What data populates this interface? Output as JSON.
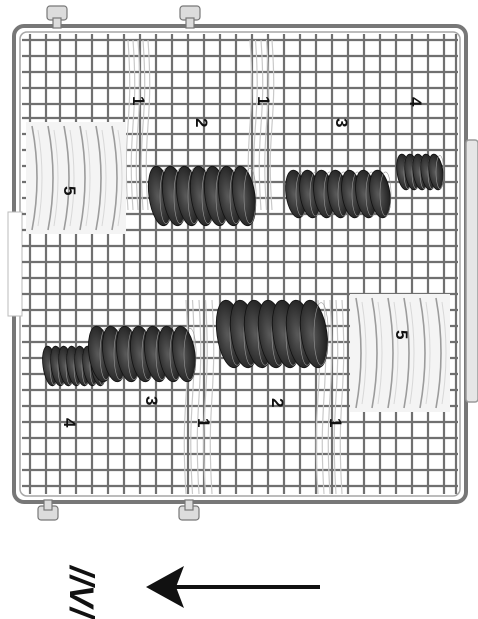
{
  "diagram": {
    "labels": {
      "top_left_sections": [
        "5",
        "1",
        "2",
        "1",
        "3",
        "4"
      ],
      "bottom_sections": [
        "4",
        "3",
        "1",
        "2",
        "1",
        "5"
      ]
    },
    "direction_marker": "//V/",
    "colors": {
      "frame": "#7a7a7a",
      "grid": "#6f6f6f",
      "plate": "#2b2b2b",
      "white_plate": "#f2f2f2",
      "background": "#ffffff"
    }
  }
}
